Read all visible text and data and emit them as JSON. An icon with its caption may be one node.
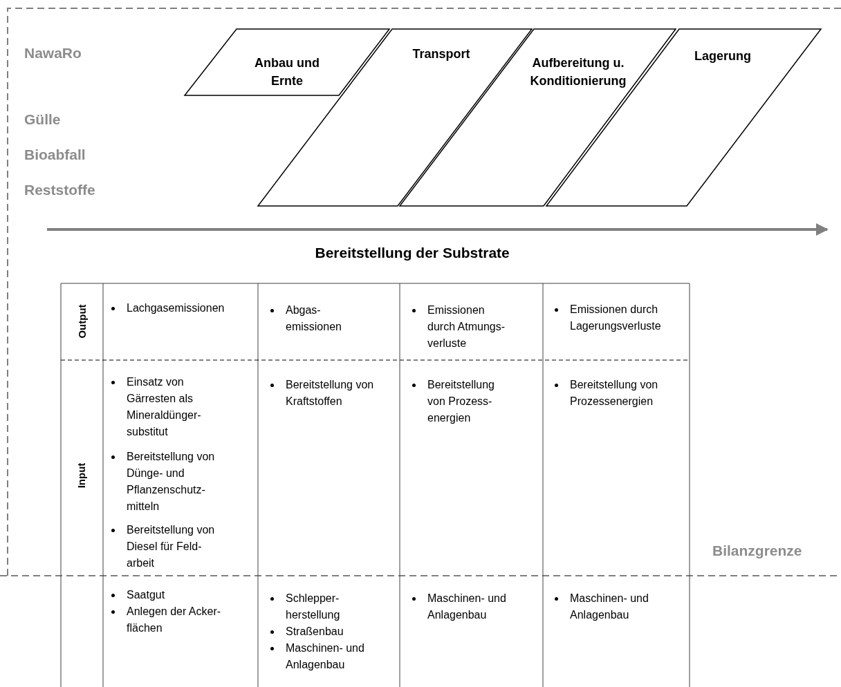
{
  "diagram": {
    "nodes": [
      {
        "text": [
          "Anbau und Ernte"
        ]
      },
      {
        "text": [
          "Transport"
        ]
      },
      {
        "text": [
          "Aufbereitung u. Konditionierung"
        ]
      },
      {
        "text": [
          "Lagerung"
        ]
      }
    ],
    "labels": [
      "NawaRo",
      "Gülle",
      "Bioabfall",
      "Reststoffe",
      "Bereitstellung der Substrate",
      "Output",
      "Lachgasemissionen",
      "Abgas- emissionen",
      "Emissionen durch Atmungs- verluste",
      "Emissionen durch Lagerungsverluste",
      "Input",
      "Einsatz von Gärresten als Mineraldünger- substitut",
      "Bereitstellung von Dünge- und Pflanzenschutz- mitteln",
      "Bereitstellung von Diesel für Feld- arbeit",
      "Bereitstellung von Kraftstoffen",
      "Bereitstellung von Prozess- energien",
      "Bereitstellung von Prozessenergien",
      "Bilanzgrenze",
      "Saatgut",
      "Anlegen der Acker- flächen",
      "Schlepper- herstellung",
      "Straßenbau",
      "Maschinen- und Anlagenbau",
      "Maschinen- und Anlagenbau",
      "Maschinen- und Anlagenbau"
    ]
  }
}
